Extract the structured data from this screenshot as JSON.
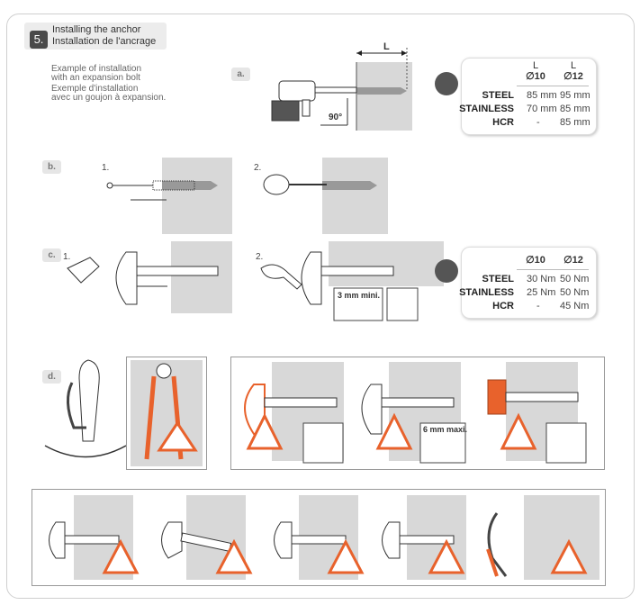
{
  "step": {
    "number": "5.",
    "title_en": "Installing the anchor",
    "title_fr": "Installation de l'ancrage"
  },
  "example": {
    "line1": "Example of installation",
    "line2": "with an expansion bolt",
    "line3": "Exemple d'installation",
    "line4": "avec un goujon à expansion."
  },
  "tags": {
    "a": "a.",
    "b": "b.",
    "c": "c.",
    "d": "d."
  },
  "dimension_label": "L",
  "angle_label": "90°",
  "length_table": {
    "col1_top": "L",
    "col1_bottom": "∅10",
    "col2_top": "L",
    "col2_bottom": "∅12",
    "rows": [
      {
        "name": "STEEL",
        "v10": "85 mm",
        "v12": "95 mm"
      },
      {
        "name": "STAINLESS",
        "v10": "70 mm",
        "v12": "85 mm"
      },
      {
        "name": "HCR",
        "v10": "-",
        "v12": "85 mm"
      }
    ]
  },
  "torque_table": {
    "col1": "∅10",
    "col2": "∅12",
    "rows": [
      {
        "name": "STEEL",
        "v10": "30 Nm",
        "v12": "50 Nm"
      },
      {
        "name": "STAINLESS",
        "v10": "25 Nm",
        "v12": "50 Nm"
      },
      {
        "name": "HCR",
        "v10": "-",
        "v12": "45 Nm"
      }
    ]
  },
  "sub_numbers": {
    "b1": "1.",
    "b2": "2.",
    "c1": "1.",
    "c2": "2."
  },
  "min_thread": "3 mm mini.",
  "max_thread": "6 mm maxi.",
  "colors": {
    "accent": "#e8622c",
    "dark": "#444444",
    "wall": "#d8d8d8"
  }
}
